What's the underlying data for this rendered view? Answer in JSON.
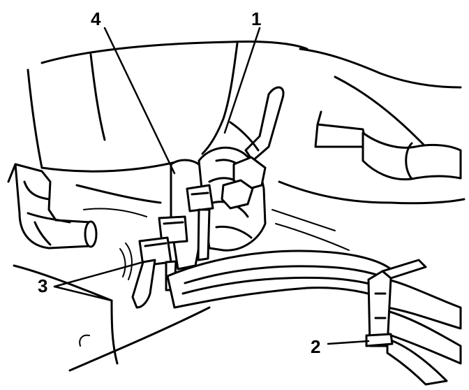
{
  "callouts": [
    {
      "id": "callout-1",
      "label": "1"
    },
    {
      "id": "callout-2",
      "label": "2"
    },
    {
      "id": "callout-3",
      "label": "3"
    },
    {
      "id": "callout-4",
      "label": "4"
    }
  ],
  "parts": [
    "engine-block-outline",
    "vacuum-hose-assembly",
    "hose-clamp",
    "fuel-line-bundle",
    "retaining-clip-bracket",
    "elbow-fitting"
  ]
}
